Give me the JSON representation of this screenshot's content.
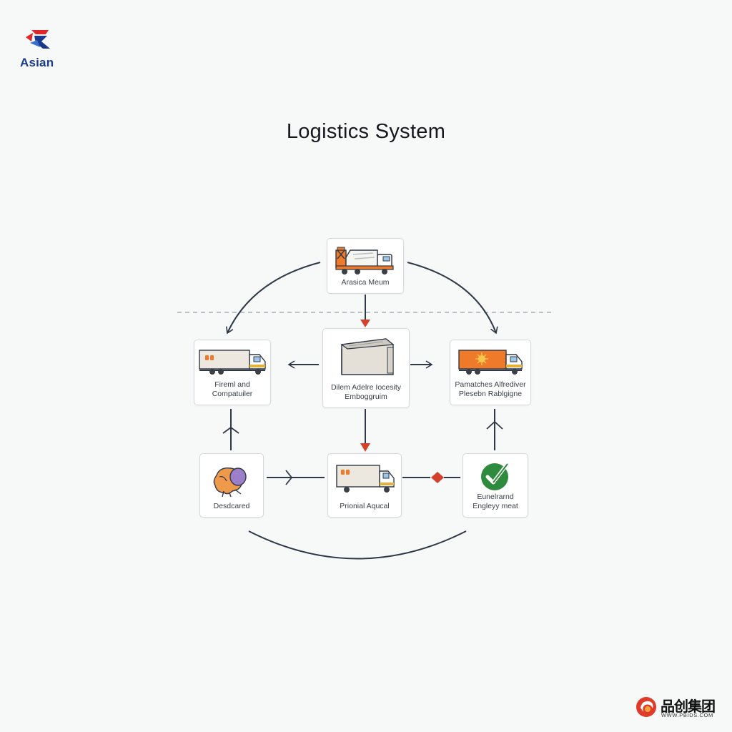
{
  "header": {
    "logo_text": "Asian",
    "title": "Logistics System"
  },
  "nodes": [
    {
      "id": "top",
      "label_lines": [
        "Arasica Meum"
      ],
      "icon": "tanker-truck-icon"
    },
    {
      "id": "left",
      "label_lines": [
        "Fireml and",
        "Compatuiler"
      ],
      "icon": "box-truck-icon"
    },
    {
      "id": "center",
      "label_lines": [
        "Dilem Adelre Iocesity",
        "Emboggruim"
      ],
      "icon": "warehouse-box-icon"
    },
    {
      "id": "right",
      "label_lines": [
        "Pamatches Alfrediver",
        "Plesebn Rablgigne"
      ],
      "icon": "orange-truck-icon"
    },
    {
      "id": "bottom-left",
      "label_lines": [
        "Desdcared"
      ],
      "icon": "parcel-creature-icon"
    },
    {
      "id": "bottom-center",
      "label_lines": [
        "Prionial Aqucal"
      ],
      "icon": "delivery-van-icon"
    },
    {
      "id": "bottom-right",
      "label_lines": [
        "Eunelrarnd",
        "Engleyy meat"
      ],
      "icon": "checkmark-icon"
    }
  ],
  "watermark": {
    "brand_cn": "品创集团",
    "url": "WWW.PBIDS.COM"
  },
  "colors": {
    "background": "#f7f9f8",
    "connector": "#2f3848",
    "accent_red": "#d5402b",
    "truck_orange": "#ee7a2a",
    "check_green": "#2e8b3e",
    "logo_blue": "#1a3a8c",
    "logo_red": "#e0262b"
  }
}
